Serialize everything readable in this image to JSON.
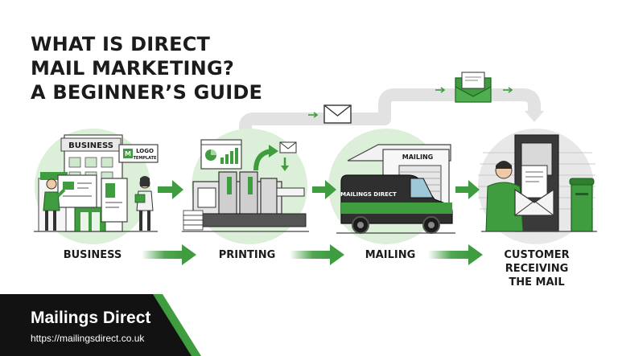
{
  "title": {
    "line1": "WHAT IS DIRECT",
    "line2": "MAIL MARKETING?",
    "line3": "A BEGINNER’S GUIDE"
  },
  "stages": [
    {
      "id": "business",
      "label": "BUSINESS"
    },
    {
      "id": "printing",
      "label": "PRINTING"
    },
    {
      "id": "mailing",
      "label": "MAILING"
    },
    {
      "id": "customer",
      "label_lines": [
        "CUSTOMER",
        "RECEIVING",
        "THE MAIL"
      ]
    }
  ],
  "illustration_text": {
    "business_sign": "BUSINESS",
    "logo_line1": "LOGO",
    "logo_line2": "TEMPLATE",
    "warehouse_sign": "MAILING",
    "van_brand": "MAILINGS DIRECT"
  },
  "footer": {
    "brand": "Mailings Direct",
    "url": "https://mailingsdirect.co.uk"
  },
  "colors": {
    "accent_green": "#3f9c3f",
    "light_green": "#dcefd8",
    "dark": "#121212",
    "text": "#1b1b1b",
    "grey_path": "#dcdcdc"
  },
  "icons": [
    "envelope-icon",
    "arrow-right-icon",
    "bar-chart-icon",
    "pie-chart-icon",
    "van-icon",
    "printer-icon",
    "mailbox-icon"
  ]
}
